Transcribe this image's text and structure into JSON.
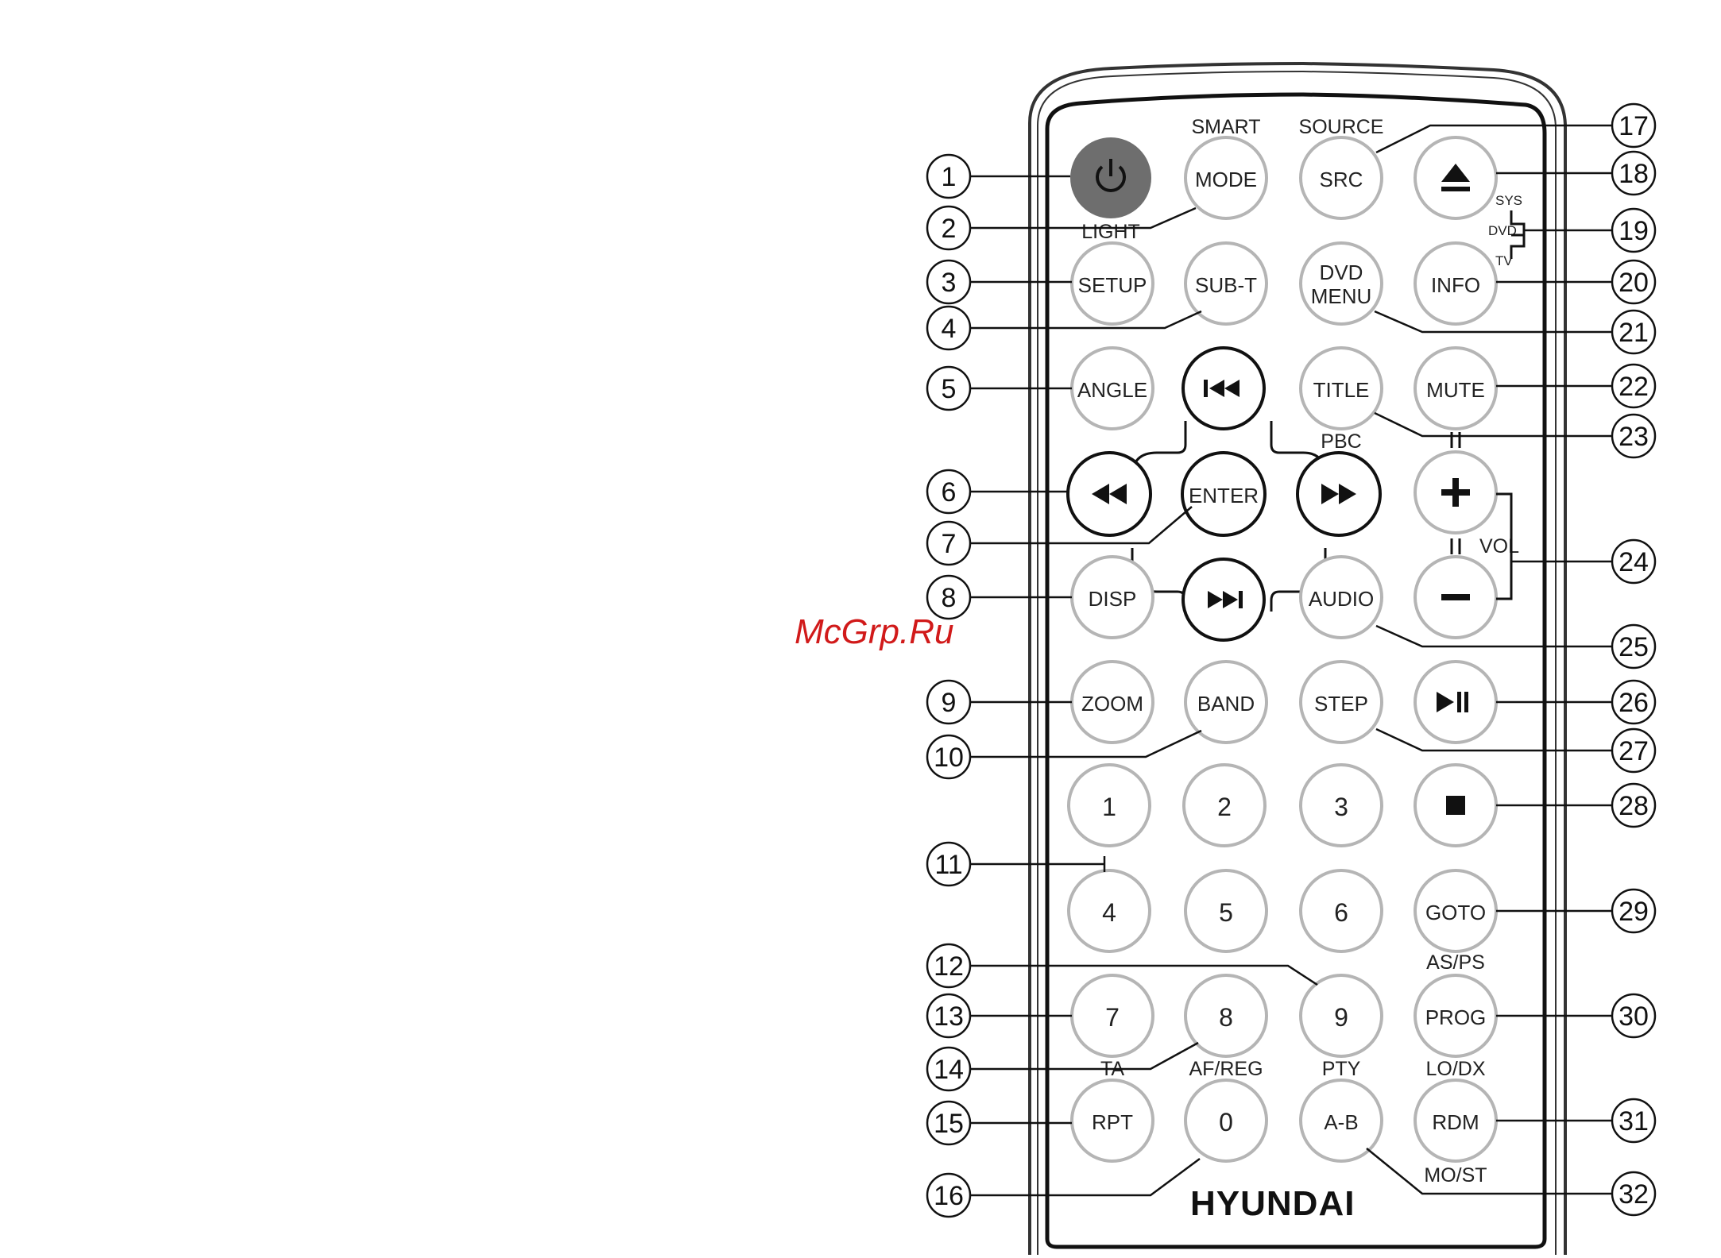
{
  "watermark": "McGrp.Ru",
  "brand": "HYUNDAI",
  "colors": {
    "button_stroke": "#b5b5b5",
    "power_fill": "#6e6e6e",
    "nav_stroke": "#111111",
    "watermark": "#d11a1a"
  },
  "buttons": {
    "power": {
      "icon": "power-icon"
    },
    "mode": "MODE",
    "src": "SRC",
    "eject": {
      "icon": "eject-icon"
    },
    "setup": "SETUP",
    "subt": "SUB-T",
    "dvdmenu_line1": "DVD",
    "dvdmenu_line2": "MENU",
    "info": "INFO",
    "angle": "ANGLE",
    "prev": {
      "icon": "skip-previous-icon"
    },
    "title": "TITLE",
    "mute": "MUTE",
    "rewind": {
      "icon": "rewind-icon"
    },
    "enter": "ENTER",
    "forward": {
      "icon": "fast-forward-icon"
    },
    "volup": {
      "icon": "plus-icon"
    },
    "disp": "DISP",
    "next": {
      "icon": "skip-next-icon"
    },
    "audio": "AUDIO",
    "voldown": {
      "icon": "minus-icon"
    },
    "zoom": "ZOOM",
    "band": "BAND",
    "step": "STEP",
    "playpause": {
      "icon": "play-pause-icon"
    },
    "n1": "1",
    "n2": "2",
    "n3": "3",
    "stop": {
      "icon": "stop-icon"
    },
    "n4": "4",
    "n5": "5",
    "n6": "6",
    "goto": "GOTO",
    "n7": "7",
    "n8": "8",
    "n9": "9",
    "prog": "PROG",
    "rpt": "RPT",
    "n0": "0",
    "ab": "A-B",
    "rdm": "RDM"
  },
  "sublabels": {
    "smart": "SMART",
    "source": "SOURCE",
    "light": "LIGHT",
    "sys": "SYS",
    "dvd": "DVD",
    "tv": "TV",
    "pbc": "PBC",
    "vol": "VOL",
    "asps": "AS/PS",
    "ta": "TA",
    "afreg": "AF/REG",
    "pty": "PTY",
    "lodx": "LO/DX",
    "most": "MO/ST"
  },
  "callouts": [
    "1",
    "2",
    "3",
    "4",
    "5",
    "6",
    "7",
    "8",
    "9",
    "10",
    "11",
    "12",
    "13",
    "14",
    "15",
    "16",
    "17",
    "18",
    "19",
    "20",
    "21",
    "22",
    "23",
    "24",
    "25",
    "26",
    "27",
    "28",
    "29",
    "30",
    "31",
    "32"
  ]
}
